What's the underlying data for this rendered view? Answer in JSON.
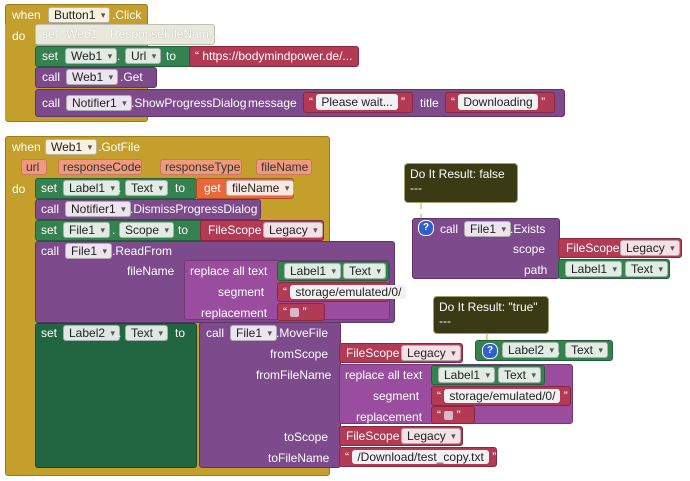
{
  "block1": {
    "when": "when",
    "component": "Button1",
    "event": ".Click",
    "do": "do",
    "set_disabled": {
      "kw": "set",
      "comp": "Web1",
      "prop": "ResponseFileNam..."
    },
    "set_url": {
      "kw": "set",
      "comp": "Web1",
      "dot": ".",
      "prop": "Url",
      "to": "to",
      "value": "https://bodymindpower.de/..."
    },
    "call_get": {
      "kw": "call",
      "comp": "Web1",
      "method": ".Get"
    },
    "call_progress": {
      "kw": "call",
      "comp": "Notifier1",
      "method": ".ShowProgressDialog",
      "arg1": "message",
      "msg": "Please wait...",
      "arg2": "title",
      "title": "Downloading"
    }
  },
  "block2": {
    "when": "when",
    "component": "Web1",
    "event": ".GotFile",
    "params": [
      "url",
      "responseCode",
      "responseType",
      "fileName"
    ],
    "do": "do",
    "set_label1": {
      "kw": "set",
      "comp": "Label1",
      "dot": ".",
      "prop": "Text",
      "to": "to",
      "get": "get",
      "var": "fileName"
    },
    "call_dismiss": {
      "kw": "call",
      "comp": "Notifier1",
      "method": ".DismissProgressDialog"
    },
    "set_scope": {
      "kw": "set",
      "comp": "File1",
      "dot": ".",
      "prop": "Scope",
      "to": "to",
      "helper": "FileScope",
      "value": "Legacy"
    },
    "call_readfrom": {
      "kw": "call",
      "comp": "File1",
      "method": ".ReadFrom",
      "arg": "fileName",
      "replace": "replace all text",
      "label": "Label1",
      "dot": ".",
      "prop": "Text",
      "segment_lbl": "segment",
      "segment": "storage/emulated/0/",
      "replacement_lbl": "replacement"
    },
    "set_label2": {
      "kw": "set",
      "comp": "Label2",
      "dot": ".",
      "prop": "Text",
      "to": "to"
    },
    "call_move": {
      "kw": "call",
      "comp": "File1",
      "method": ".MoveFile",
      "fromScope_lbl": "fromScope",
      "fromScope_helper": "FileScope",
      "fromScope": "Legacy",
      "fromFileName_lbl": "fromFileName",
      "replace": "replace all text",
      "label": "Label1",
      "dot": ".",
      "prop": "Text",
      "segment_lbl": "segment",
      "segment": "storage/emulated/0/",
      "replacement_lbl": "replacement",
      "toScope_lbl": "toScope",
      "toScope_helper": "FileScope",
      "toScope": "Legacy",
      "toFileName_lbl": "toFileName",
      "toFileName": "/Download/test_copy.txt"
    }
  },
  "exists_block": {
    "bubble_title": "Do It Result: false",
    "bubble_body": "---",
    "kw": "call",
    "comp": "File1",
    "method": ".Exists",
    "scope_lbl": "scope",
    "scope_helper": "FileScope",
    "scope": "Legacy",
    "path_lbl": "path",
    "label": "Label1",
    "dot": ".",
    "prop": "Text"
  },
  "label2_block": {
    "bubble_title": "Do It Result: \"true\"",
    "bubble_body": "---",
    "comp": "Label2",
    "dot": ".",
    "prop": "Text"
  },
  "colors": {
    "event": "#c59f2c",
    "procedure": "#7d4a8c",
    "setter": "#35814f",
    "text": "#b23a55"
  }
}
